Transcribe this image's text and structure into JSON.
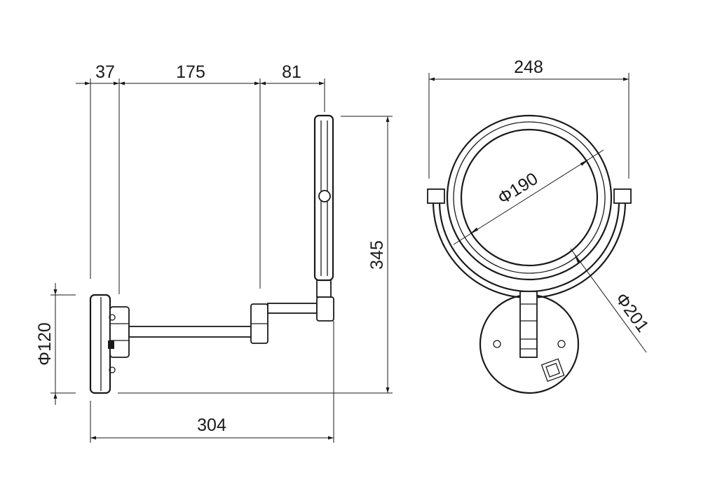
{
  "side_view": {
    "dim_wall_offset": "37",
    "dim_arm_length": "175",
    "dim_head_offset": "81",
    "dim_total_depth": "304",
    "dim_height": "345",
    "dim_plate_diameter": "Φ120"
  },
  "front_view": {
    "dim_width": "248",
    "dim_glass_diameter": "Φ190",
    "dim_frame_diameter": "Φ201"
  },
  "colors": {
    "line": "#1a1a1a",
    "background": "#ffffff"
  }
}
